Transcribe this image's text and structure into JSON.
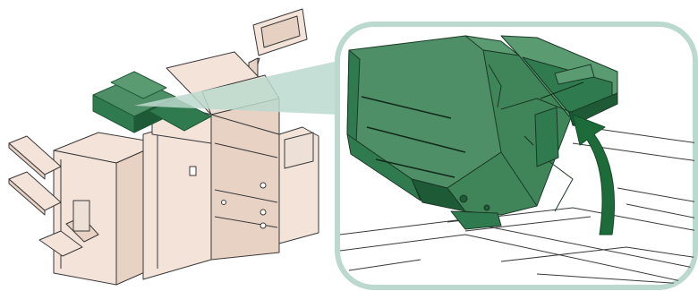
{
  "figure": {
    "colors": {
      "background": "#ffffff",
      "outline": "#3a3a3a",
      "body_fill": "#f3e3d9",
      "body_shade": "#e8d2c4",
      "highlight_green": "#2f7a4e",
      "highlight_green_dark": "#1f5a37",
      "highlight_green_mid": "#4f8f67",
      "callout_frame": "#bcd9cf",
      "arrow_green": "#1e6b3a"
    },
    "icons": [
      "printer-illustration",
      "document-feeder-highlight",
      "zoom-callout",
      "feeder-lift-detail",
      "lift-direction-arrow"
    ]
  }
}
